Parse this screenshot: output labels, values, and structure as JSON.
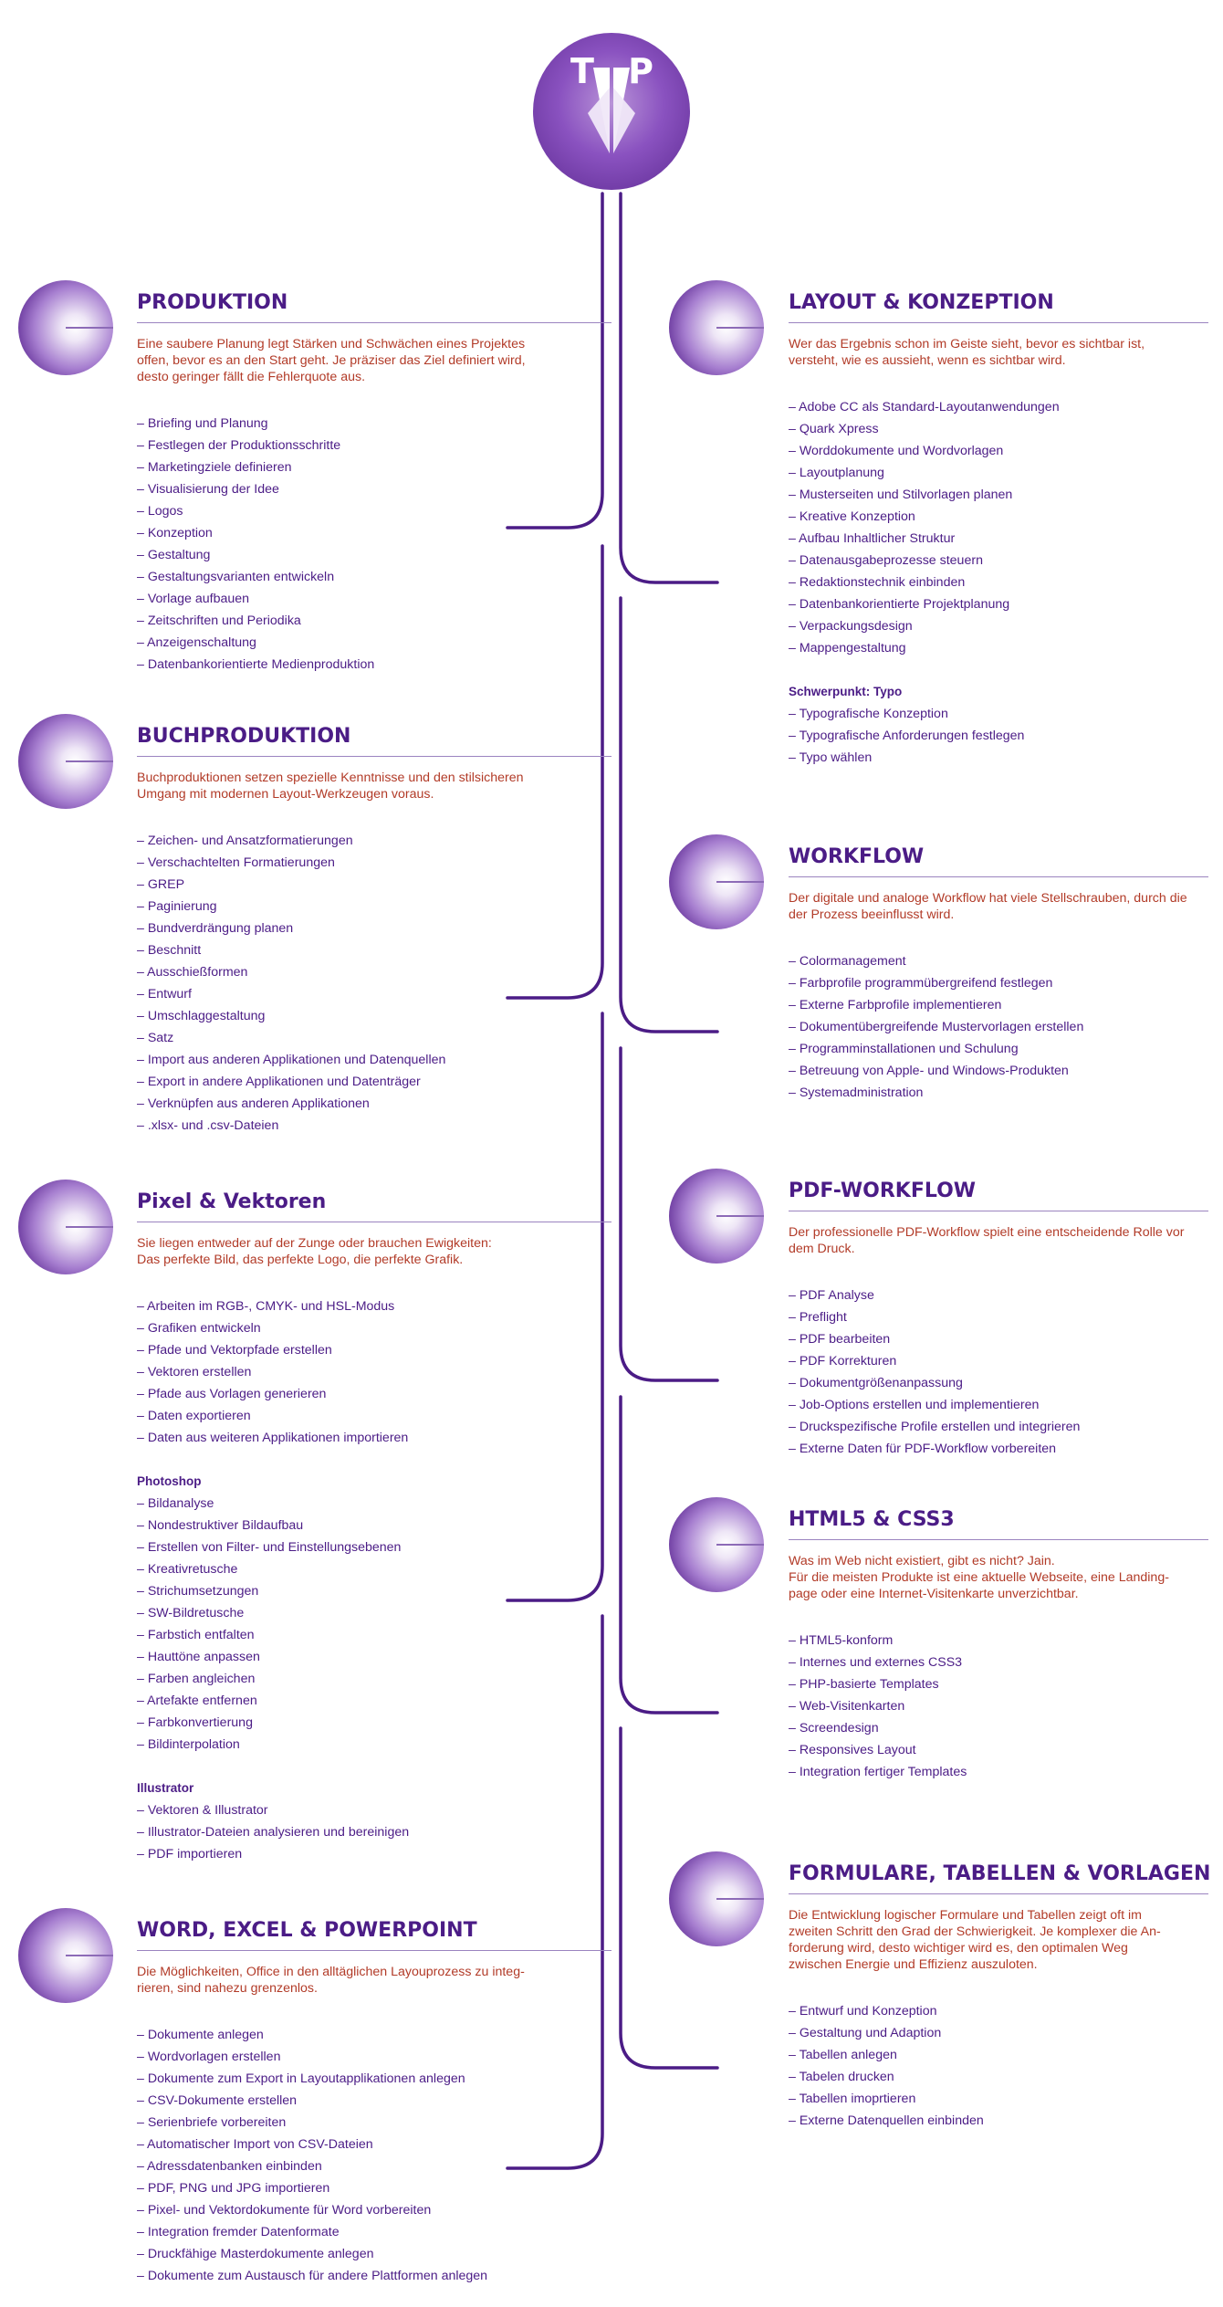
{
  "logo": {
    "letters": "T P"
  },
  "colors": {
    "primary": "#4b1c86",
    "accent": "#b23b28",
    "line": "#4b1c86"
  },
  "left": [
    {
      "title": "PRODUKTION",
      "intro": [
        "Eine saubere Planung legt Stärken und Schwächen eines Projektes",
        "offen, bevor es an den Start geht. Je präziser das Ziel definiert wird,",
        "desto geringer fällt die Fehlerquote aus."
      ],
      "groups": [
        {
          "heading": "",
          "items": [
            "– Briefing und Planung",
            "– Festlegen der Produktionsschritte",
            "– Marketingziele definieren",
            "– Visualisierung der Idee",
            "– Logos",
            "– Konzeption",
            "– Gestaltung",
            "– Gestaltungsvarianten entwickeln",
            "– Vorlage aufbauen",
            "– Zeitschriften und Periodika",
            "– Anzeigenschaltung",
            "– Datenbankorientierte Medienproduktion"
          ]
        }
      ]
    },
    {
      "title": "BUCHPRODUKTION",
      "intro": [
        "Buchproduktionen setzen spezielle Kenntnisse und den stilsicheren",
        "Umgang mit modernen Layout-Werkzeugen voraus."
      ],
      "groups": [
        {
          "heading": "",
          "items": [
            "– Zeichen- und Ansatzformatierungen",
            "– Verschachtelten Formatierungen",
            "– GREP",
            "– Paginierung",
            "– Bundverdrängung planen",
            "– Beschnitt",
            "– Ausschießformen",
            "– Entwurf",
            "– Umschlaggestaltung",
            "– Satz",
            "– Import aus anderen Applikationen und Datenquellen",
            "– Export in andere Applikationen und Datenträger",
            "– Verknüpfen aus anderen Applikationen",
            "– .xlsx- und .csv-Dateien"
          ]
        }
      ]
    },
    {
      "title": "Pixel & Vektoren",
      "intro": [
        "Sie liegen entweder auf der Zunge oder brauchen Ewigkeiten:",
        "Das perfekte Bild, das perfekte Logo, die perfekte Grafik."
      ],
      "groups": [
        {
          "heading": "",
          "items": [
            "– Arbeiten im RGB-, CMYK- und HSL-Modus",
            "– Grafiken entwickeln",
            "– Pfade und Vektorpfade erstellen",
            "– Vektoren erstellen",
            "– Pfade aus Vorlagen generieren",
            "– Daten exportieren",
            "– Daten aus weiteren Applikationen importieren"
          ]
        },
        {
          "heading": "Photoshop",
          "items": [
            "– Bildanalyse",
            "– Nondestruktiver Bildaufbau",
            "– Erstellen von Filter- und Einstellungsebenen",
            "– Kreativretusche",
            "– Strichumsetzungen",
            "– SW-Bildretusche",
            "– Farbstich entfalten",
            "– Hauttöne anpassen",
            "– Farben angleichen",
            "– Artefakte entfernen",
            "– Farbkonvertierung",
            "– Bildinterpolation"
          ]
        },
        {
          "heading": "Illustrator",
          "items": [
            "– Vektoren & Illustrator",
            "– Illustrator-Dateien analysieren und bereinigen",
            "– PDF importieren"
          ]
        }
      ]
    },
    {
      "title": "WORD, EXCEL & POWERPOINT",
      "intro": [
        "Die Möglichkeiten, Office in den alltäglichen Layouprozess zu integ-",
        "rieren, sind nahezu grenzenlos."
      ],
      "groups": [
        {
          "heading": "",
          "items": [
            "– Dokumente anlegen",
            "– Wordvorlagen erstellen",
            "– Dokumente zum Export in Layoutapplikationen anlegen",
            "– CSV-Dokumente erstellen",
            "– Serienbriefe vorbereiten",
            "– Automatischer Import von CSV-Dateien",
            "– Adressdatenbanken einbinden",
            "– PDF, PNG und JPG importieren",
            "– Pixel- und Vektordokumente für Word vorbereiten",
            "– Integration fremder Datenformate",
            "– Druckfähige Masterdokumente anlegen",
            "– Dokumente zum Austausch für andere Plattformen anlegen"
          ]
        }
      ]
    }
  ],
  "right": [
    {
      "title": "LAYOUT & KONZEPTION",
      "intro": [
        "Wer das Ergebnis schon im Geiste sieht, bevor es sichtbar ist,",
        "versteht, wie es aussieht, wenn es sichtbar wird."
      ],
      "groups": [
        {
          "heading": "",
          "items": [
            "– Adobe CC als Standard-Layoutanwendungen",
            "– Quark Xpress",
            "– Worddokumente und Wordvorlagen",
            "– Layoutplanung",
            "– Musterseiten und Stilvorlagen planen",
            "– Kreative Konzeption",
            "– Aufbau Inhaltlicher Struktur",
            "– Datenausgabeprozesse steuern",
            "– Redaktionstechnik einbinden",
            "– Datenbankorientierte Projektplanung",
            "– Verpackungsdesign",
            "– Mappengestaltung"
          ]
        },
        {
          "heading": "Schwerpunkt: Typo",
          "items": [
            "– Typografische Konzeption",
            "– Typografische Anforderungen festlegen",
            "– Typo wählen"
          ]
        }
      ]
    },
    {
      "title": "WORKFLOW",
      "intro": [
        "Der digitale und analoge Workflow hat viele Stellschrauben, durch die",
        "der Prozess beeinflusst wird."
      ],
      "groups": [
        {
          "heading": "",
          "items": [
            "– Colormanagement",
            "– Farbprofile programmübergreifend festlegen",
            "– Externe Farbprofile implementieren",
            "– Dokumentübergreifende Mustervorlagen erstellen",
            "– Programminstallationen und Schulung",
            "– Betreuung von Apple- und Windows-Produkten",
            "– Systemadministration"
          ]
        }
      ]
    },
    {
      "title": "PDF-WORKFLOW",
      "intro": [
        "Der professionelle PDF-Workflow spielt eine entscheidende Rolle vor",
        "dem Druck."
      ],
      "groups": [
        {
          "heading": "",
          "items": [
            "– PDF Analyse",
            "– Preflight",
            "– PDF bearbeiten",
            "– PDF Korrekturen",
            "– Dokumentgrößenanpassung",
            "– Job-Options erstellen und implementieren",
            "– Druckspezifische Profile erstellen und integrieren",
            "– Externe Daten für PDF-Workflow vorbereiten"
          ]
        }
      ]
    },
    {
      "title": "HTML5 & CSS3",
      "intro": [
        "Was im Web nicht existiert, gibt es nicht? Jain.",
        "Für die meisten Produkte ist eine aktuelle Webseite, eine Landing-",
        "page oder eine Internet-Visitenkarte unverzichtbar."
      ],
      "groups": [
        {
          "heading": "",
          "items": [
            "– HTML5-konform",
            "– Internes und externes CSS3",
            "– PHP-basierte Templates",
            "– Web-Visitenkarten",
            "– Screendesign",
            "– Responsives Layout",
            "– Integration fertiger Templates"
          ]
        }
      ]
    },
    {
      "title": "FORMULARE, TABELLEN & VORLAGEN",
      "intro": [
        "Die Entwicklung logischer Formulare und Tabellen zeigt oft im",
        "zweiten Schritt den Grad der Schwierigkeit. Je komplexer die An-",
        "forderung wird, desto wichtiger wird es, den optimalen Weg",
        "zwischen Energie und Effizienz auszuloten."
      ],
      "groups": [
        {
          "heading": "",
          "items": [
            "– Entwurf und Konzeption",
            "– Gestaltung und Adaption",
            "– Tabellen anlegen",
            "– Tabelen drucken",
            "– Tabellen imoprtieren",
            "– Externe Datenquellen einbinden"
          ]
        }
      ]
    }
  ]
}
